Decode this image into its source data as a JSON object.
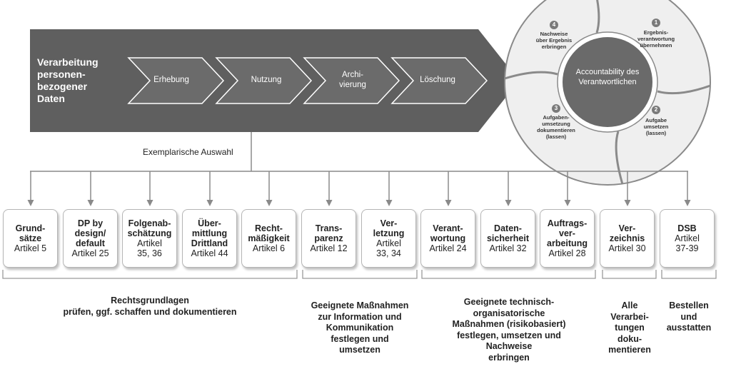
{
  "main_arrow": {
    "label": "Verarbeitung personen-bezogener Daten",
    "lines": [
      "Verarbeitung",
      "personen-",
      "bezogener",
      "Daten"
    ]
  },
  "stages": [
    {
      "label": "Erhebung"
    },
    {
      "label": "Nutzung"
    },
    {
      "label": "Archi-\nvierung"
    },
    {
      "label": "Löschung"
    }
  ],
  "cycle": {
    "center": "Accountability des Verantwortlichen",
    "steps": [
      {
        "num": "1",
        "label": "Ergebnis-\nverantwortung\nübernehmen"
      },
      {
        "num": "2",
        "label": "Aufgabe\numsetzen\n(lassen)"
      },
      {
        "num": "3",
        "label": "Aufgaben-\numsetzung\ndokumentieren\n(lassen)"
      },
      {
        "num": "4",
        "label": "Nachweise\nüber Ergebnis\nerbringen"
      }
    ]
  },
  "caption": "Exemplarische Auswahl",
  "boxes": [
    {
      "title": "Grund-\nsätze",
      "sub": "Artikel 5"
    },
    {
      "title": "DP by\ndesign/\ndefault",
      "sub": "Artikel 25"
    },
    {
      "title": "Folgenab-\nschätzung",
      "sub": "Artikel\n35, 36"
    },
    {
      "title": "Über-\nmittlung\nDrittland",
      "sub": "Artikel 44"
    },
    {
      "title": "Recht-\nmäßigkeit",
      "sub": "Artikel 6"
    },
    {
      "title": "Trans-\nparenz",
      "sub": "Artikel 12"
    },
    {
      "title": "Ver-\nletzung",
      "sub": "Artikel\n33, 34"
    },
    {
      "title": "Verant-\nwortung",
      "sub": "Artikel 24"
    },
    {
      "title": "Daten-\nsicherheit",
      "sub": "Artikel 32"
    },
    {
      "title": "Auftrags-\nver-\narbeitung",
      "sub": "Artikel 28"
    },
    {
      "title": "Ver-\nzeichnis",
      "sub": "Artikel 30"
    },
    {
      "title": "DSB",
      "sub": "Artikel\n37-39"
    }
  ],
  "groups": [
    {
      "label": "Rechtsgrundlagen\nprüfen, ggf. schaffen und dokumentieren"
    },
    {
      "label": "Geeignete Maßnahmen\nzur Information und\nKommunikation\nfestlegen und\numsetzen"
    },
    {
      "label": "Geeignete technisch-\norganisatorische\nMaßnahmen (risikobasiert)\nfestlegen, umsetzen und\nNachweise\nerbringen"
    },
    {
      "label": "Alle\nVerarbei-\ntungen\ndoku-\nmentieren"
    },
    {
      "label": "Bestellen\nund\nausstatten"
    }
  ],
  "colors": {
    "main_arrow": "#5f5f5f",
    "stage_fill": "#6b6b6b",
    "stage_stroke": "#ffffff",
    "cycle_fill": "#efefef",
    "cycle_stroke": "#8a8a8a",
    "center_fill": "#6a6a6a",
    "connector": "#8a8a8a"
  }
}
